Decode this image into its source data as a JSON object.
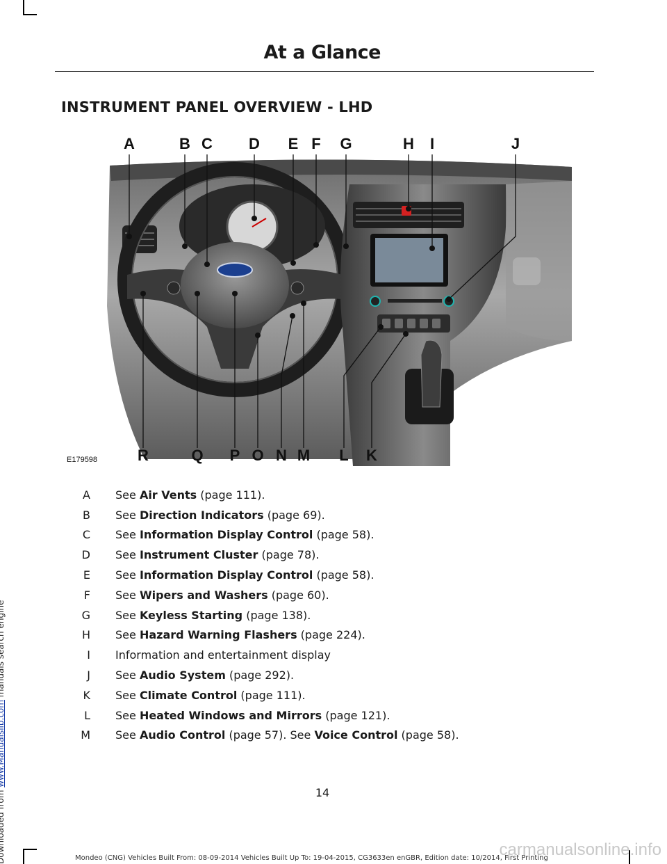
{
  "side_text": {
    "prefix": "Downloaded from ",
    "link": "www.Manualslib.com",
    "suffix": " manuals search engine"
  },
  "header": {
    "title": "At a Glance"
  },
  "section": {
    "heading": "INSTRUMENT PANEL OVERVIEW - LHD"
  },
  "figure": {
    "code": "E179598",
    "top_labels": [
      "A",
      "B",
      "C",
      "D",
      "E",
      "F",
      "G",
      "H",
      "I",
      "J"
    ],
    "bottom_labels": [
      "R",
      "Q",
      "P",
      "O",
      "N",
      "M",
      "L",
      "K"
    ],
    "colors": {
      "dash": "#8c8c8c",
      "dark": "#2b2b2b",
      "screen": "#7a8a99",
      "accent_teal": "#1fb5b0",
      "hazard_red": "#d42121"
    }
  },
  "legend": [
    {
      "key": "A",
      "pre": "See ",
      "term": "Air Vents",
      "post": " (page 111)."
    },
    {
      "key": "B",
      "pre": "See ",
      "term": "Direction Indicators",
      "post": " (page 69)."
    },
    {
      "key": "C",
      "pre": "See ",
      "term": "Information Display Control",
      "post": " (page 58)."
    },
    {
      "key": "D",
      "pre": "See ",
      "term": "Instrument Cluster",
      "post": " (page 78)."
    },
    {
      "key": "E",
      "pre": "See ",
      "term": "Information Display Control",
      "post": " (page 58)."
    },
    {
      "key": "F",
      "pre": "See ",
      "term": "Wipers and Washers",
      "post": " (page 60)."
    },
    {
      "key": "G",
      "pre": "See ",
      "term": "Keyless Starting",
      "post": " (page 138)."
    },
    {
      "key": "H",
      "pre": "See ",
      "term": "Hazard Warning Flashers",
      "post": " (page 224)."
    },
    {
      "key": "I",
      "pre": "Information and entertainment display",
      "term": "",
      "post": ""
    },
    {
      "key": "J",
      "pre": "See ",
      "term": "Audio System",
      "post": " (page 292)."
    },
    {
      "key": "K",
      "pre": "See ",
      "term": "Climate Control",
      "post": " (page 111)."
    },
    {
      "key": "L",
      "pre": "See ",
      "term": "Heated Windows and Mirrors",
      "post": " (page 121)."
    },
    {
      "key": "M",
      "pre": "See ",
      "term": "Audio Control",
      "post": " (page 57).  See ",
      "term2": "Voice Control",
      "post2": " (page 58)."
    }
  ],
  "page_number": "14",
  "footer": "Mondeo (CNG) Vehicles Built From: 08-09-2014 Vehicles Built Up To: 19-04-2015, CG3633en enGBR, Edition date: 10/2014, First Printing",
  "footer_logo": "carmanualsonline.info"
}
